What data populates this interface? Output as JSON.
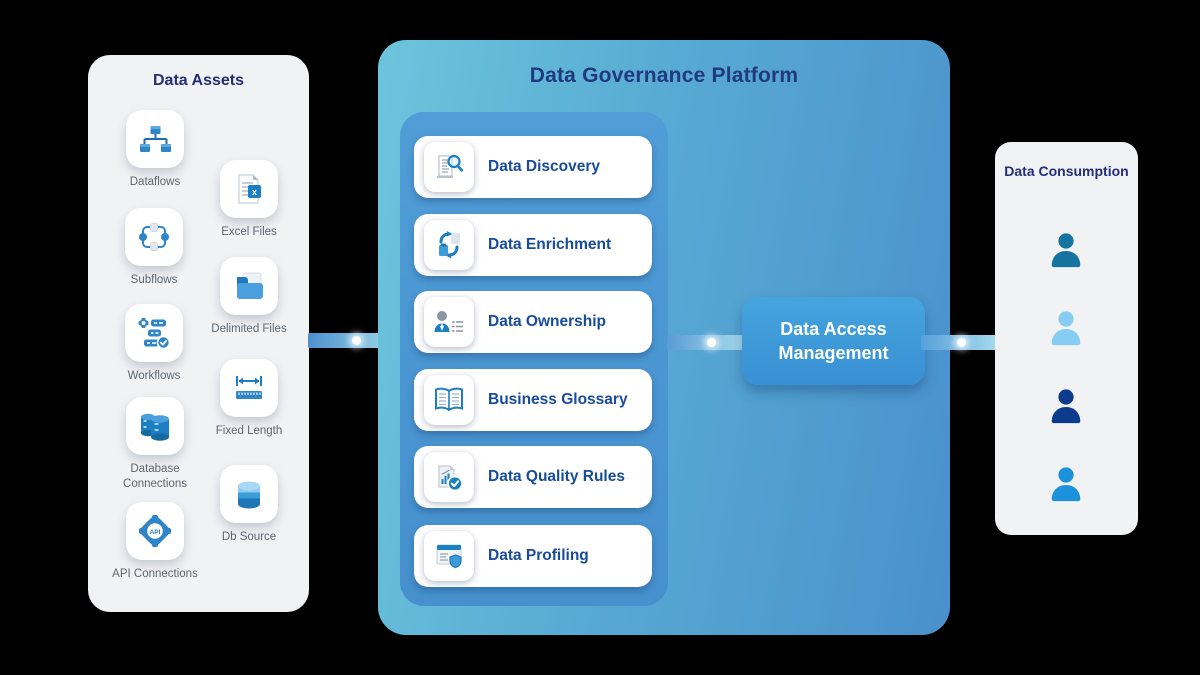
{
  "left_panel": {
    "title": "Data Assets",
    "items": [
      {
        "label": "Dataflows",
        "icon": "dataflows-icon"
      },
      {
        "label": "Excel Files",
        "icon": "excel-files-icon"
      },
      {
        "label": "Subflows",
        "icon": "subflows-icon"
      },
      {
        "label": "Delimited Files",
        "icon": "delimited-files-icon"
      },
      {
        "label": "Workflows",
        "icon": "workflows-icon"
      },
      {
        "label": "Fixed Length",
        "icon": "fixed-length-icon"
      },
      {
        "label": "Database Connections",
        "icon": "database-connections-icon"
      },
      {
        "label": "Db Source",
        "icon": "db-source-icon"
      },
      {
        "label": "API Connections",
        "icon": "api-connections-icon"
      }
    ]
  },
  "center_panel": {
    "title": "Data Governance Platform",
    "cards": [
      {
        "label": "Data Discovery",
        "icon": "data-discovery-icon"
      },
      {
        "label": "Data Enrichment",
        "icon": "data-enrichment-icon"
      },
      {
        "label": "Data Ownership",
        "icon": "data-ownership-icon"
      },
      {
        "label": "Business Glossary",
        "icon": "business-glossary-icon"
      },
      {
        "label": "Data Quality Rules",
        "icon": "data-quality-rules-icon"
      },
      {
        "label": "Data Profiling",
        "icon": "data-profiling-icon"
      }
    ]
  },
  "access_button": {
    "label": "Data Access Management"
  },
  "right_panel": {
    "title": "Data Consumption",
    "users": [
      {
        "icon": "user-icon",
        "color": "#14739f"
      },
      {
        "icon": "user-icon",
        "color": "#85cdf2"
      },
      {
        "icon": "user-icon",
        "color": "#0c3a8d"
      },
      {
        "icon": "user-icon",
        "color": "#1b92db"
      }
    ]
  },
  "colors": {
    "background": "#000000",
    "panel_gray": "#f1f2f4",
    "gradient_start": "#6cc5dc",
    "gradient_end": "#4a90cc",
    "inner_panel_blue": "#4b97d3",
    "title_navy": "#232e77",
    "card_text_blue": "#174b9c",
    "button_blue": "#3f9bd9",
    "icon_blue": "#2077bd",
    "label_gray": "#5d6670"
  }
}
